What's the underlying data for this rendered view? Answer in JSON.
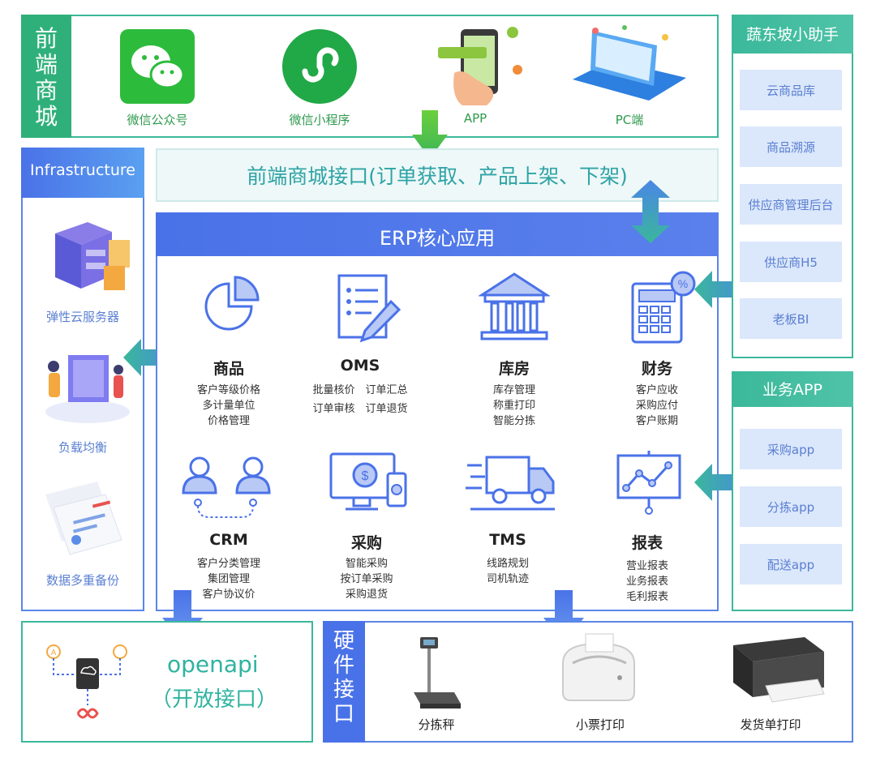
{
  "frontend": {
    "vertical_label": "前端商城",
    "channels": [
      "微信公众号",
      "微信小程序",
      "APP",
      "PC端"
    ],
    "interface_text": "前端商城接口(订单获取、产品上架、下架)"
  },
  "infrastructure": {
    "title": "Infrastructure",
    "items": [
      "弹性云服务器",
      "负载均衡",
      "数据多重备份"
    ]
  },
  "erp": {
    "title": "ERP核心应用",
    "modules": [
      {
        "name": "商品",
        "lines": [
          "客户等级价格",
          "多计量单位",
          "价格管理"
        ]
      },
      {
        "name": "OMS",
        "lines": [
          "批量核价　订单汇总",
          "订单审核　订单退货"
        ]
      },
      {
        "name": "库房",
        "lines": [
          "库存管理",
          "称重打印",
          "智能分拣"
        ]
      },
      {
        "name": "财务",
        "lines": [
          "客户应收",
          "采购应付",
          "客户账期"
        ]
      },
      {
        "name": "CRM",
        "lines": [
          "客户分类管理",
          "集团管理",
          "客户协议价"
        ]
      },
      {
        "name": "采购",
        "lines": [
          "智能采购",
          "按订单采购",
          "采购退货"
        ]
      },
      {
        "name": "TMS",
        "lines": [
          "线路规划",
          "司机轨迹"
        ]
      },
      {
        "name": "报表",
        "lines": [
          "营业报表",
          "业务报表",
          "毛利报表"
        ]
      }
    ]
  },
  "assistant": {
    "title": "蔬东坡小助手",
    "items": [
      "云商品库",
      "商品溯源",
      "供应商管理后台",
      "供应商H5",
      "老板BI"
    ]
  },
  "business_app": {
    "title": "业务APP",
    "items": [
      "采购app",
      "分拣app",
      "配送app"
    ]
  },
  "openapi": {
    "title": "openapi",
    "subtitle": "（开放接口）"
  },
  "hardware": {
    "vertical_label": "硬件接口",
    "items": [
      "分拣秤",
      "小票打印",
      "发货单打印"
    ]
  },
  "colors": {
    "green": "#2dab66",
    "teal_border": "#3bb89a",
    "blue": "#4a72e8",
    "light_blue_fill": "#dbe7fb"
  }
}
